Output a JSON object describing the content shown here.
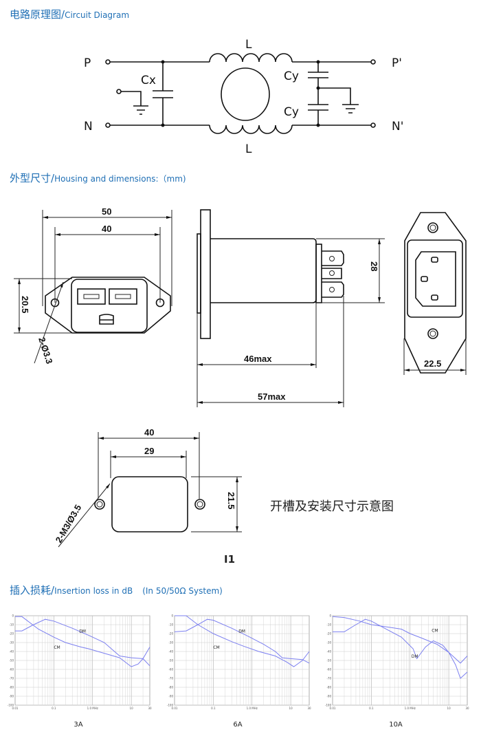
{
  "sections": {
    "circuit": {
      "cn": "电路原理图/",
      "en": "Circuit Diagram"
    },
    "housing": {
      "cn": "外型尺寸/",
      "en": "Housing and dimensions:（mm)"
    },
    "insertion": {
      "cn": "插入损耗/",
      "en": "Insertion loss in dB",
      "note": "(In 50/50Ω System)"
    }
  },
  "circuit": {
    "p": "P",
    "n": "N",
    "p2": "P'",
    "n2": "N'",
    "l_top": "L",
    "l_bottom": "L",
    "cx": "Cx",
    "cy_top": "Cy",
    "cy_bottom": "Cy"
  },
  "dimensions": {
    "front_width": "50",
    "hole_spacing": "40",
    "front_height": "20.5",
    "holes": "2-Ø3.3",
    "side_height": "28",
    "side_body": "46max",
    "side_total": "57max",
    "rear_width": "22.5",
    "cutout_holes_spacing": "40",
    "cutout_width": "29",
    "cutout_height": "21.5",
    "cutout_holes": "2-M3/Ø3.5",
    "cutout_caption": "开槽及安装尺寸示意图",
    "cutout_label": "I1"
  },
  "chart_data": [
    {
      "type": "line",
      "title": "3A",
      "xlabel": "MHz",
      "xscale": "log",
      "xlim": [
        0.01,
        30
      ],
      "ylim": [
        -100,
        0
      ],
      "xticks": [
        "0.01",
        "0.1",
        "1.0 MHz",
        "10",
        "30"
      ],
      "yticks": [
        "0",
        "-10",
        "-20",
        "-30",
        "-40",
        "-50",
        "-60",
        "-70",
        "-80",
        "-90",
        "-100"
      ],
      "series": [
        {
          "name": "DM",
          "x": [
            0.01,
            0.015,
            0.03,
            0.06,
            0.1,
            0.3,
            0.8,
            2,
            5,
            10,
            20,
            30
          ],
          "y": [
            -17,
            -17,
            -10,
            -4,
            -6,
            -14,
            -22,
            -30,
            -45,
            -47,
            -48,
            -56
          ]
        },
        {
          "name": "CM",
          "x": [
            0.01,
            0.015,
            0.04,
            0.1,
            0.2,
            0.5,
            0.8,
            2,
            5,
            10,
            15,
            20,
            30
          ],
          "y": [
            -1,
            -1,
            -15,
            -24,
            -30,
            -35,
            -37,
            -42,
            -47,
            -57,
            -54,
            -48,
            -35
          ]
        }
      ]
    },
    {
      "type": "line",
      "title": "6A",
      "xlabel": "MHz",
      "xscale": "log",
      "xlim": [
        0.01,
        30
      ],
      "ylim": [
        -100,
        0
      ],
      "xticks": [
        "0.01",
        "0.1",
        "1.0 MHz",
        "10",
        "30"
      ],
      "yticks": [
        "0",
        "-10",
        "-20",
        "-30",
        "-40",
        "-50",
        "-60",
        "-70",
        "-80",
        "-90",
        "-100"
      ],
      "series": [
        {
          "name": "DM",
          "x": [
            0.01,
            0.02,
            0.04,
            0.07,
            0.1,
            0.3,
            0.8,
            2,
            4,
            6,
            10,
            20,
            30
          ],
          "y": [
            -18,
            -17,
            -10,
            -4,
            -5,
            -14,
            -23,
            -32,
            -40,
            -47,
            -48,
            -49,
            -53
          ]
        },
        {
          "name": "CM",
          "x": [
            0.01,
            0.02,
            0.04,
            0.1,
            0.3,
            0.6,
            1.5,
            4,
            8,
            12,
            20,
            30
          ],
          "y": [
            0,
            0,
            -10,
            -20,
            -29,
            -34,
            -40,
            -45,
            -52,
            -57,
            -50,
            -40
          ]
        }
      ]
    },
    {
      "type": "line",
      "title": "10A",
      "xlabel": "MHz",
      "xscale": "log",
      "xlim": [
        0.01,
        30
      ],
      "ylim": [
        -100,
        0
      ],
      "xticks": [
        "0.01",
        "0.1",
        "1.0 MHz",
        "10",
        "30"
      ],
      "yticks": [
        "0",
        "-10",
        "-20",
        "-30",
        "-40",
        "-50",
        "-60",
        "-70",
        "-80",
        "-90",
        "-100"
      ],
      "series": [
        {
          "name": "DM",
          "x": [
            0.01,
            0.02,
            0.04,
            0.07,
            0.1,
            0.2,
            0.6,
            1.2,
            1.5,
            2.5,
            4,
            7,
            10,
            15,
            20,
            30
          ],
          "y": [
            -18,
            -18,
            -10,
            -4,
            -6,
            -13,
            -24,
            -37,
            -48,
            -35,
            -28,
            -33,
            -41,
            -55,
            -70,
            -63
          ]
        },
        {
          "name": "CM",
          "x": [
            0.01,
            0.02,
            0.05,
            0.1,
            0.3,
            0.6,
            1,
            2,
            5,
            10,
            20,
            30
          ],
          "y": [
            -1,
            -2,
            -6,
            -10,
            -13,
            -15,
            -20,
            -25,
            -32,
            -41,
            -53,
            -45
          ]
        }
      ]
    }
  ],
  "colors": {
    "heading": "#1f6fb5",
    "curve": "#7b7ff0"
  }
}
